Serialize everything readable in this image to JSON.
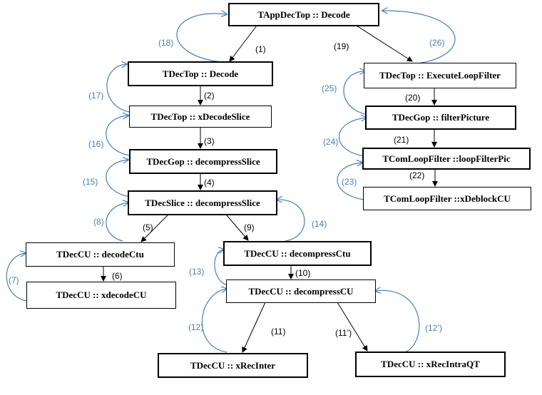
{
  "nodes": {
    "app_decode": "TAppDecTop :: Decode",
    "dectop_decode": "TDecTop :: Decode",
    "dectop_xdecodeslice": "TDecTop :: xDecodeSlice",
    "decgop_decompressslice": "TDecGop :: decompressSlice",
    "decslice_decompressslice": "TDecSlice :: decompressSlice",
    "deccu_decodectu": "TDecCU :: decodeCtu",
    "deccu_xdecodecu": "TDecCU :: xdecodeCU",
    "deccu_decompressctu": "TDecCU :: decompressCtu",
    "deccu_decompresscu": "TDecCU :: decompressCU",
    "deccu_xrecinter": "TDecCU :: xRecInter",
    "deccu_xrecintraqt": "TDecCU :: xRecIntraQT",
    "dectop_executeloopfilter": "TDecTop :: ExecuteLoopFilter",
    "decgop_filterpicture": "TDecGop :: filterPicture",
    "comloopfilter_loopfilterpic": "TComLoopFilter ::loopFilterPic",
    "comloopfilter_xdeblockcu": "TComLoopFilter ::xDeblockCU"
  },
  "call_labels": {
    "s1": "(1)",
    "s2": "(2)",
    "s3": "(3)",
    "s4": "(4)",
    "s5": "(5)",
    "s6": "(6)",
    "s9": "(9)",
    "s10": "(10)",
    "s11": "(11)",
    "s11p": "(11’)",
    "s19": "(19)",
    "s20": "(20)",
    "s21": "(21)",
    "s22": "(22)"
  },
  "return_labels": {
    "r7": "(7)",
    "r8": "(8)",
    "r12": "(12)",
    "r12p": "(12’)",
    "r13": "(13)",
    "r14": "(14)",
    "r15": "(15)",
    "r16": "(16)",
    "r17": "(17)",
    "r18": "(18)",
    "r23": "(23)",
    "r24": "(24)",
    "r25": "(25)",
    "r26": "(26)"
  },
  "colors": {
    "call_arrow": "#000000",
    "return_arrow": "#4a7fb5",
    "return_text": "#4a7fb5"
  }
}
